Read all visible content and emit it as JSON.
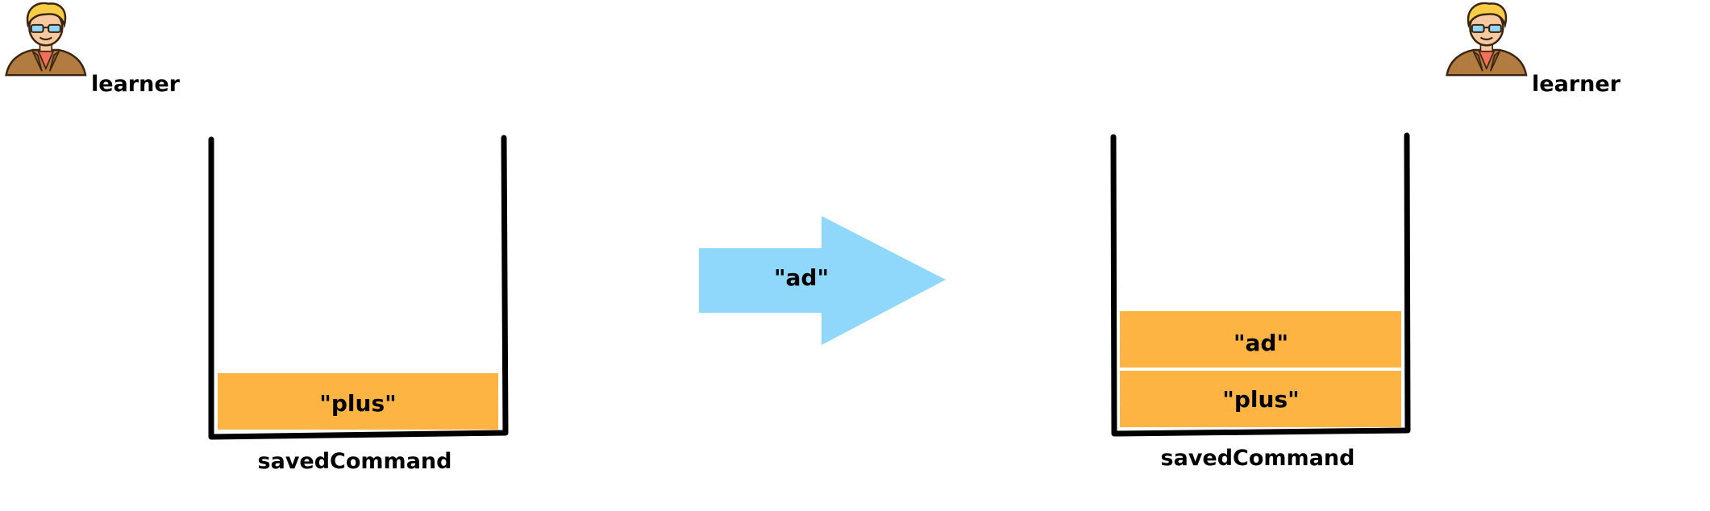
{
  "left_panel": {
    "user_label": "learner",
    "stack_label": "savedCommand",
    "stack_items": [
      "\"plus\""
    ]
  },
  "arrow": {
    "label": "\"ad\"",
    "color": "#8fd8fb"
  },
  "right_panel": {
    "user_label": "learner",
    "stack_label": "savedCommand",
    "stack_items": [
      "\"ad\"",
      "\"plus\""
    ]
  },
  "colors": {
    "stack_item_fill": "#fdb443",
    "stack_outline": "#000000"
  },
  "icons": {
    "user_avatar": "person-with-glasses-icon"
  }
}
